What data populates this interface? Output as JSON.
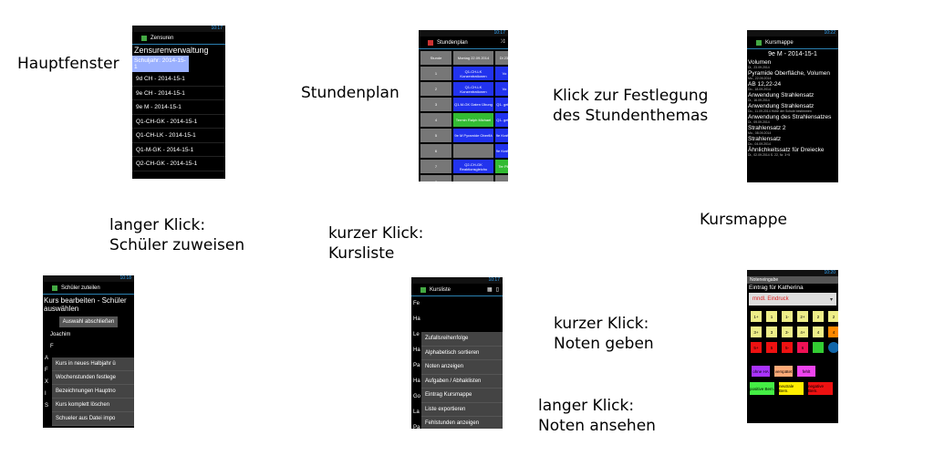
{
  "labels": {
    "hauptfenster": "Hauptfenster",
    "stundenplan": "Stundenplan",
    "klick1": "Klick zur Festlegung",
    "klick2": "des Stundenthemas",
    "lang1": "langer Klick:",
    "lang2": "Schüler zuweisen",
    "kurz1": "kurzer Klick:",
    "kurz2": "Kursliste",
    "kursmappe": "Kursmappe",
    "noten1": "kurzer Klick:",
    "noten2": "Noten geben",
    "ansehen1": "langer Klick:",
    "ansehen2": "Noten ansehen"
  },
  "zensuren": {
    "title": "Zensuren",
    "time": "10:17",
    "heading": "Zensurenverwaltung",
    "selected": "Schuljahr: 2014-15-1",
    "items": [
      "9d CH - 2014-15-1",
      "9e CH - 2014-15-1",
      "9e M - 2014-15-1",
      "Q1-CH-GK - 2014-15-1",
      "Q1-CH-LK - 2014-15-1",
      "Q1-M-GK - 2014-15-1",
      "Q2-CH-GK - 2014-15-1"
    ]
  },
  "stundenplan": {
    "title": "Stundenplan",
    "time": "10:17",
    "col0": "Stunde",
    "col1": "Montag 22.09.2014",
    "col2": "Di 23.",
    "rows": [
      {
        "n": "1",
        "a": "Q1-CH-LK Konzentrationen",
        "ac": "#2233ee",
        "b": "Vo",
        "bc": "#2233ee"
      },
      {
        "n": "2",
        "a": "Q1-CH-LK Konzentrationen",
        "ac": "#2233ee",
        "b": "Vo",
        "bc": "#2233ee"
      },
      {
        "n": "3",
        "a": "Q1-M-GK Daten Übung",
        "ac": "#2233ee",
        "b": "Q1- gehal",
        "bc": "#2233ee"
      },
      {
        "n": "4",
        "a": "Termin Ralph Michael",
        "ac": "#33bb33",
        "b": "Q1- gehal",
        "bc": "#2233ee"
      },
      {
        "n": "5",
        "a": "9e M Pyramide Oberflä",
        "ac": "#2233ee",
        "b": "9e Kraftge",
        "bc": "#2233ee"
      },
      {
        "n": "6",
        "a": "",
        "ac": "#777777",
        "b": "9e Kraftge",
        "bc": "#2233ee"
      },
      {
        "n": "7",
        "a": "Q2-CH-GK Reaktionsgleichu",
        "ac": "#2233ee",
        "b": "Ter Pilo",
        "bc": "#33bb33"
      },
      {
        "n": "8",
        "a": "",
        "ac": "#777777",
        "b": "",
        "bc": "#777777"
      }
    ]
  },
  "kursmappe": {
    "title": "Kursmappe",
    "time": "10:22",
    "heading": "9e M - 2014-15-1",
    "entries": [
      {
        "t": "Volumen",
        "d": "Di., 23.09.2014"
      },
      {
        "t": "Pyramide Oberfläche, Volumen",
        "d": "Mo., 22.09.2014"
      },
      {
        "t": "AB 12,22-24",
        "d": "Do., 18.09.2014"
      },
      {
        "t": "Anwendung Strahlensatz",
        "d": "Di., 16.09.2014"
      },
      {
        "t": "Anwendung Strahlensatz",
        "d": "Do., 11.09.2014    Höhe der Schule bestimmen"
      },
      {
        "t": "Anwendung des Strahlensatzes",
        "d": "Di., 09.09.2014"
      },
      {
        "t": "Strahlensatz 2",
        "d": "Mo., 08.09.2014"
      },
      {
        "t": "Strahlensatz",
        "d": "Do., 04.09.2014"
      },
      {
        "t": "Ähnlichkeitssatz für Dreiecke",
        "d": "Di., 02.09.2014         S. 22, Nr. 3+5"
      }
    ]
  },
  "schueler": {
    "title": "Schüler zuteilen",
    "time": "10:18",
    "heading": "Kurs bearbeiten - Schüler auswählen",
    "button": "Auswahl abschließen",
    "names": [
      "Joachim",
      "F",
      "A",
      "F",
      "X",
      "I",
      "S"
    ],
    "menu": [
      "Kurs in neues Halbjahr ü",
      "Wochenstunden festlege",
      "Bezeichnungen Hauptno",
      "Kurs komplett löschen",
      "Schueler aus Datei impo"
    ]
  },
  "kursliste": {
    "title": "Kursliste",
    "time": "10:17",
    "names": [
      "Fe",
      "Ha",
      "Le",
      "Ha",
      "Pa",
      "Ha",
      "Go",
      "La",
      "Pa"
    ],
    "menu": [
      "Zufallsreihenfolge",
      "Alphabetisch sortieren",
      "Noten anzeigen",
      "Aufgaben / Abhaklisten",
      "Eintrag Kursmappe",
      "Liste exportieren",
      "Fehlstunden anzeigen"
    ]
  },
  "noten": {
    "title": "Noteneingabe",
    "time": "10:20",
    "entry": "Eintrag für Katherina",
    "dropdown": "mndl. Eindruck",
    "grades": [
      {
        "l": "1+",
        "c": "#eeee88"
      },
      {
        "l": "1",
        "c": "#eeee88"
      },
      {
        "l": "1-",
        "c": "#eeee88"
      },
      {
        "l": "2+",
        "c": "#eeee88"
      },
      {
        "l": "2",
        "c": "#eeee88"
      },
      {
        "l": "2",
        "c": "#eeee88"
      },
      {
        "l": "3+",
        "c": "#eeee88"
      },
      {
        "l": "3",
        "c": "#eeee88"
      },
      {
        "l": "3-",
        "c": "#eeee88"
      },
      {
        "l": "4+",
        "c": "#eeee88"
      },
      {
        "l": "4",
        "c": "#eeee88"
      },
      {
        "l": "4",
        "c": "#ff8800"
      },
      {
        "l": "5+",
        "c": "#ee1111"
      },
      {
        "l": "5",
        "c": "#ee1111"
      },
      {
        "l": "5-",
        "c": "#ee1111"
      },
      {
        "l": "6",
        "c": "#ee1155"
      }
    ],
    "extra": [
      {
        "l": "ohne HA",
        "c": "#aa33ff"
      },
      {
        "l": "verspätet",
        "c": "#ffaa77"
      },
      {
        "l": "fehlt",
        "c": "#ee44ee"
      }
    ],
    "bem": [
      {
        "l": "positive Bem.",
        "c": "#44ee44"
      },
      {
        "l": "neutrale Bem.",
        "c": "#ffee00"
      },
      {
        "l": "negative Bem.",
        "c": "#ee1111"
      }
    ]
  }
}
